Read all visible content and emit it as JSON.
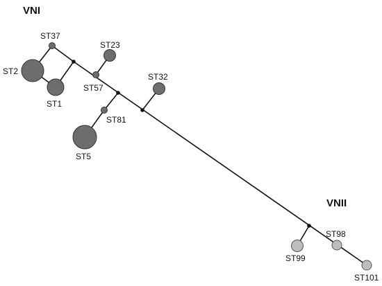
{
  "groups": {
    "vni": {
      "label": "VNI",
      "color": "#6d6d6d"
    },
    "vnii": {
      "label": "VNII",
      "color": "#bdbdbd"
    }
  },
  "nodes": {
    "st37": {
      "label": "ST37",
      "group": "vni"
    },
    "st2": {
      "label": "ST2",
      "group": "vni"
    },
    "st1": {
      "label": "ST1",
      "group": "vni"
    },
    "st23": {
      "label": "ST23",
      "group": "vni"
    },
    "st57": {
      "label": "ST57",
      "group": "vni"
    },
    "st32": {
      "label": "ST32",
      "group": "vni"
    },
    "st81": {
      "label": "ST81",
      "group": "vni"
    },
    "st5": {
      "label": "ST5",
      "group": "vni"
    },
    "st98": {
      "label": "ST98",
      "group": "vnii"
    },
    "st99": {
      "label": "ST99",
      "group": "vnii"
    },
    "st101": {
      "label": "ST101",
      "group": "vnii"
    }
  }
}
